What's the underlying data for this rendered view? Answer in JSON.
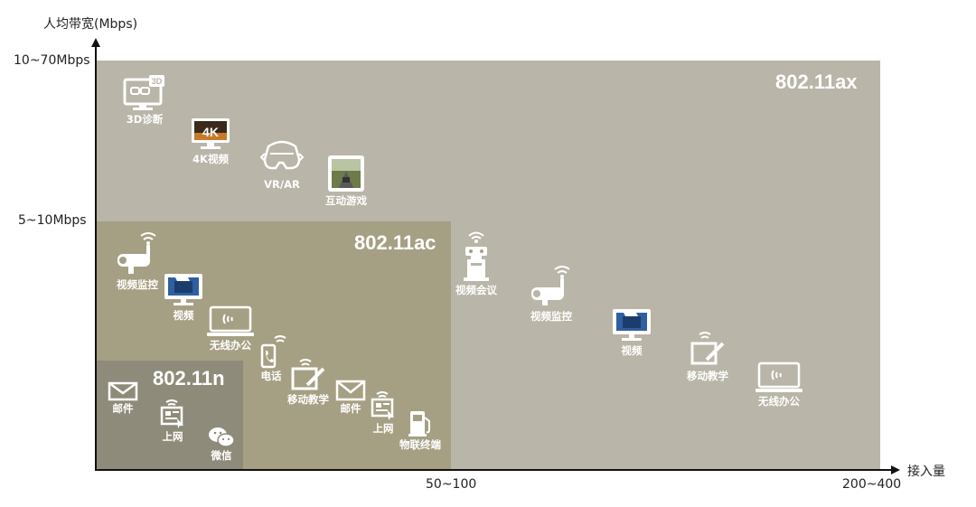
{
  "axes": {
    "y_title": "人均带宽(Mbps)",
    "y_ticks": [
      "10~70Mbps",
      "5~10Mbps"
    ],
    "x_title": "接入量",
    "x_ticks": [
      "50~100",
      "200~400"
    ]
  },
  "regions": [
    {
      "name": "802.11ax",
      "color": "#b9b5a8"
    },
    {
      "name": "802.11ac",
      "color": "#a5a083"
    },
    {
      "name": "802.11n",
      "color": "#8f8b7a"
    }
  ],
  "items": {
    "diag3d": "3D诊断",
    "video4k": "4K视频",
    "vrar": "VR/AR",
    "game": "互动游戏",
    "conf": "视频会议",
    "cctv_ax": "视频监控",
    "video_ax": "视频",
    "teach_ax": "移动教学",
    "office_ax": "无线办公",
    "cctv_ac": "视频监控",
    "video_ac": "视频",
    "office_ac": "无线办公",
    "phone": "电话",
    "teach_ac": "移动教学",
    "mail_ac": "邮件",
    "web_ac": "上网",
    "iot": "物联终端",
    "mail_n": "邮件",
    "web_n": "上网",
    "wechat": "微信"
  }
}
